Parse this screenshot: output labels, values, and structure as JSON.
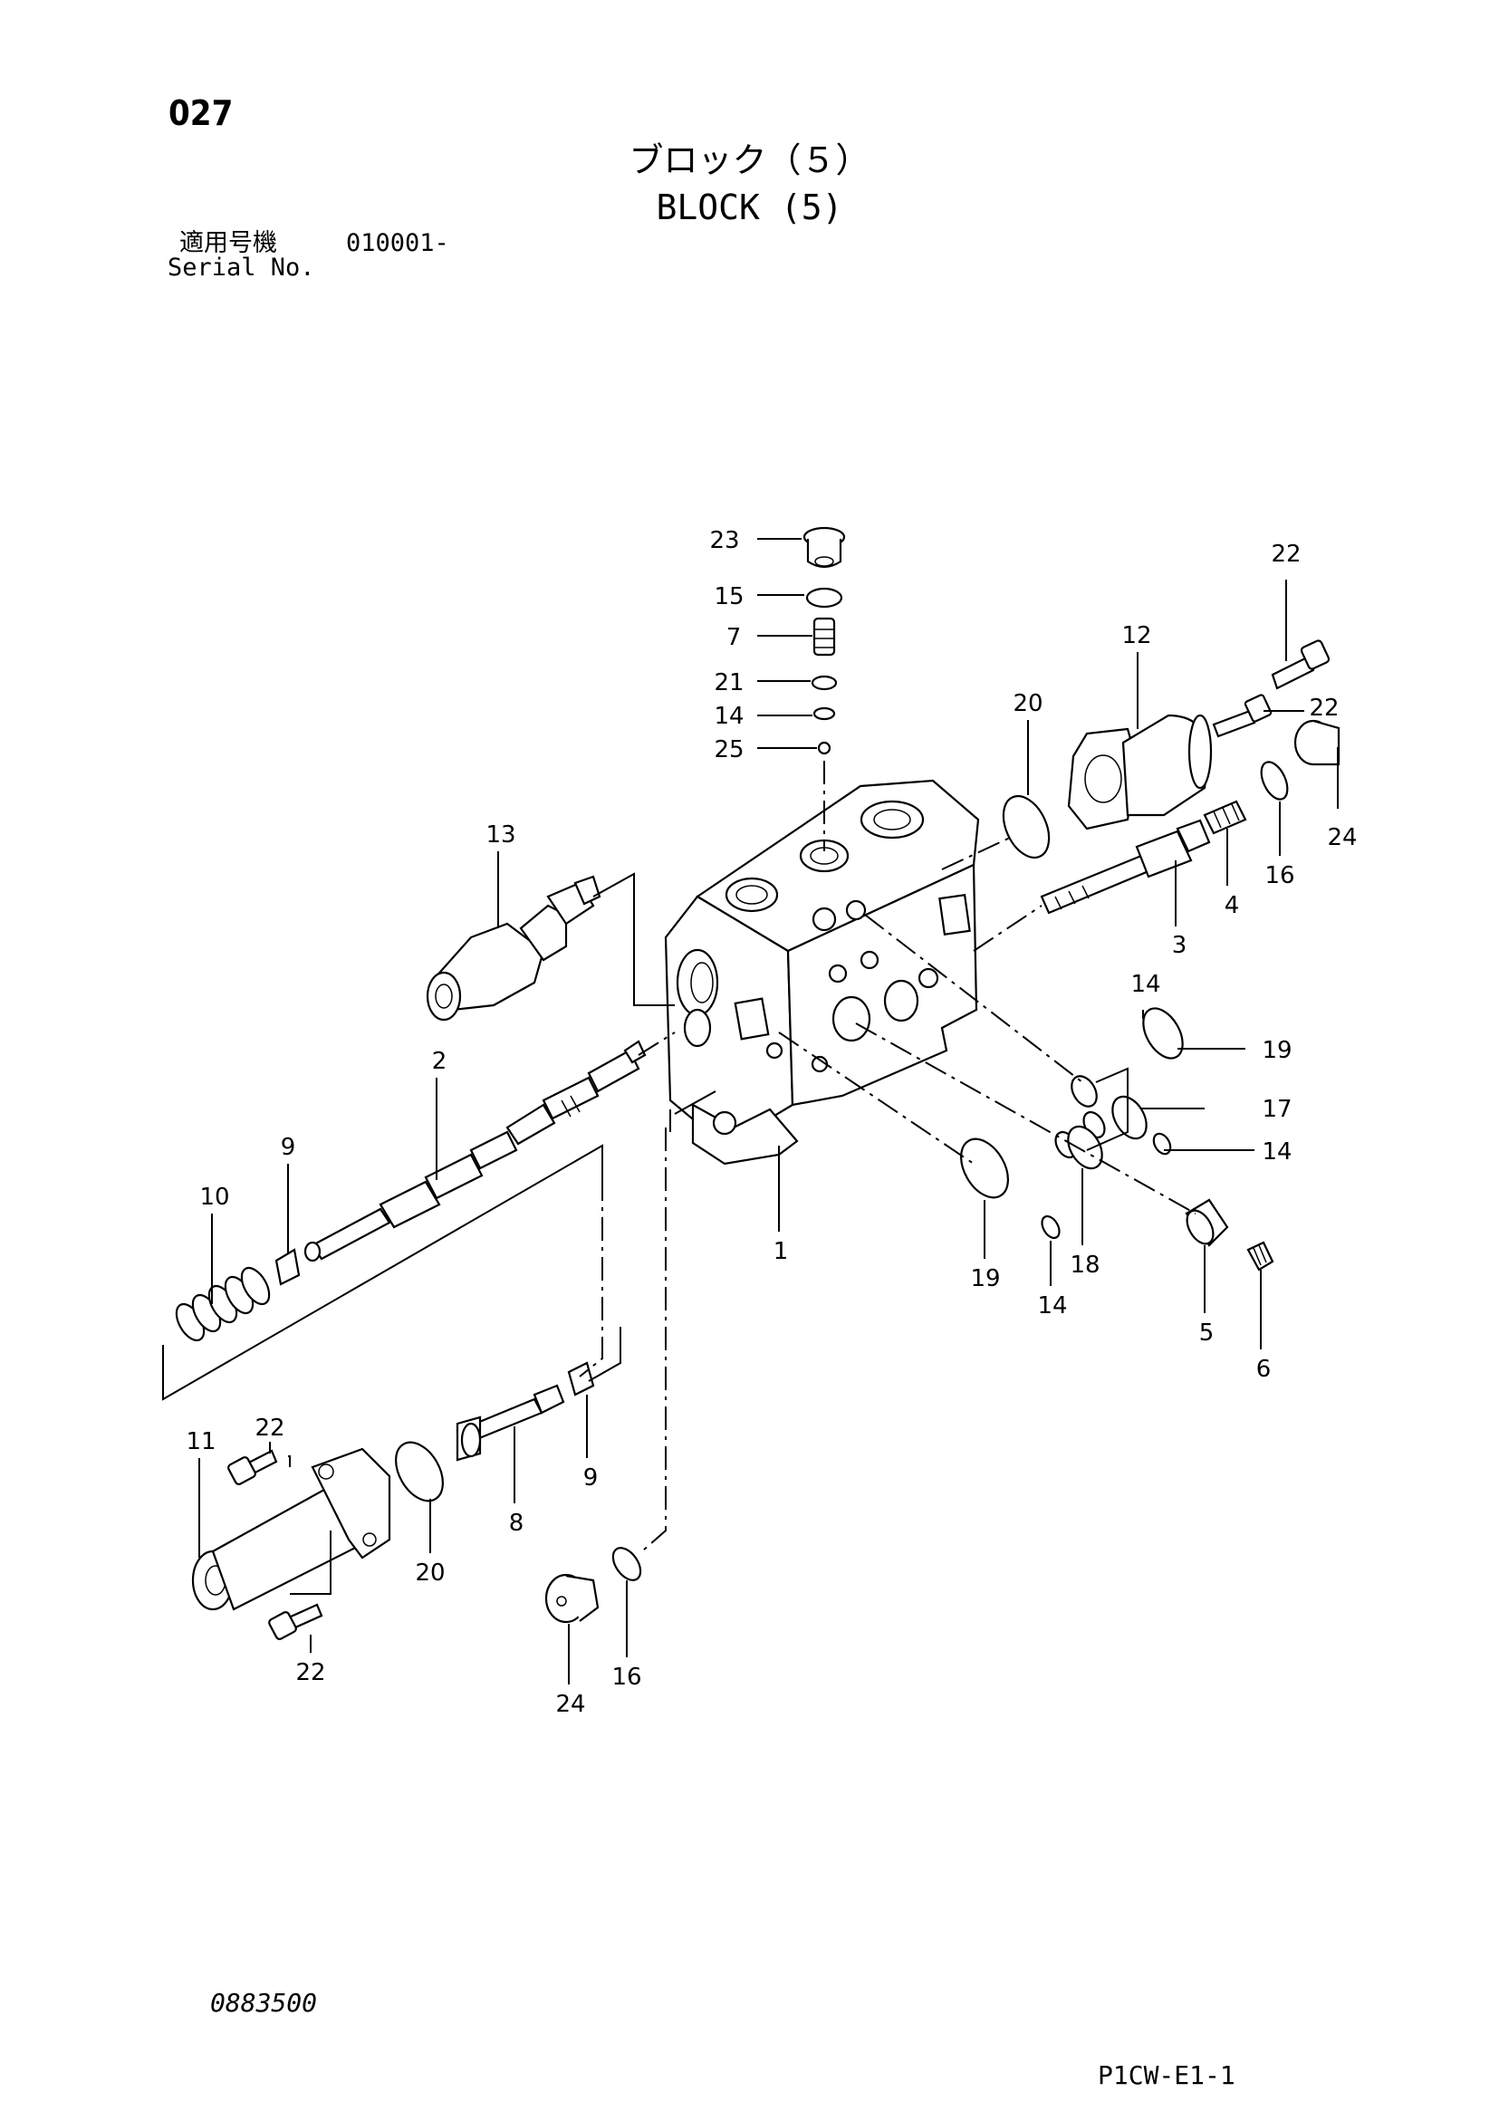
{
  "header": {
    "page_number": "027",
    "title_jp": "ブロック（５）",
    "title_en": "BLOCK (5)",
    "serial_label_jp": "適用号機",
    "serial_value": "010001-",
    "serial_label_en": "Serial No."
  },
  "footer": {
    "document_number": "0883500",
    "figure_code": "P1CW-E1-1"
  },
  "callouts": [
    "23",
    "15",
    "7",
    "21",
    "14",
    "25",
    "22",
    "12",
    "20",
    "22",
    "24",
    "16",
    "4",
    "3",
    "13",
    "14",
    "19",
    "2",
    "17",
    "14",
    "9",
    "10",
    "1",
    "19",
    "18",
    "14",
    "5",
    "6",
    "22",
    "11",
    "9",
    "8",
    "20",
    "16",
    "24",
    "22"
  ]
}
